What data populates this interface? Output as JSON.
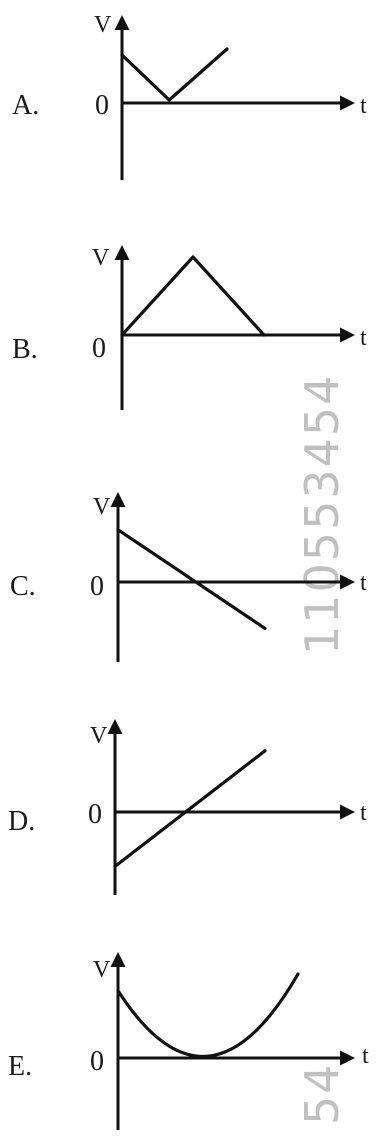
{
  "options": [
    {
      "letter": "A.",
      "vlabel": "V",
      "origin": "0",
      "tlabel": "t",
      "shape": "v-shape-above",
      "points": [
        [
          0,
          0.8
        ],
        [
          0.45,
          0.05
        ],
        [
          1.0,
          0.9
        ]
      ]
    },
    {
      "letter": "B.",
      "vlabel": "V",
      "origin": "0",
      "tlabel": "t",
      "shape": "triangle",
      "points": [
        [
          0,
          0
        ],
        [
          0.5,
          1.0
        ],
        [
          1.0,
          0
        ]
      ]
    },
    {
      "letter": "C.",
      "vlabel": "V",
      "origin": "0",
      "tlabel": "t",
      "shape": "decreasing-line",
      "points": [
        [
          0,
          0.9
        ],
        [
          1.0,
          -0.8
        ]
      ]
    },
    {
      "letter": "D.",
      "vlabel": "V",
      "origin": "0",
      "tlabel": "t",
      "shape": "increasing-line",
      "points": [
        [
          0,
          -0.8
        ],
        [
          1.0,
          0.9
        ]
      ]
    },
    {
      "letter": "E.",
      "vlabel": "V",
      "origin": "0",
      "tlabel": "t",
      "shape": "parabola",
      "points": [
        [
          0,
          0.8
        ],
        [
          0.45,
          0.02
        ],
        [
          1.0,
          1.0
        ]
      ]
    }
  ],
  "watermark": {
    "main": "110553454",
    "bottom": "54",
    "color": "#c0c0c0"
  }
}
